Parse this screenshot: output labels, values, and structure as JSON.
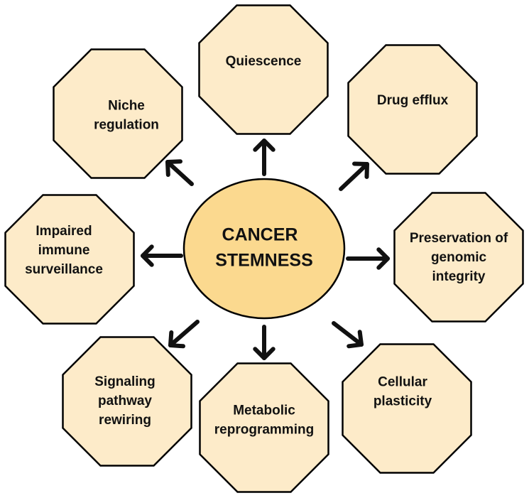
{
  "colors": {
    "octagon_fill": "#fdebc9",
    "center_fill": "#fbd98f",
    "stroke": "#000000",
    "arrow": "#111111"
  },
  "center": {
    "lines": [
      "CANCER",
      "STEMNESS"
    ]
  },
  "nodes": [
    {
      "id": "quiescence",
      "lines": [
        "Quiescence"
      ]
    },
    {
      "id": "drug-efflux",
      "lines": [
        "Drug efflux"
      ]
    },
    {
      "id": "preservation-of-genomic-integrity",
      "lines": [
        "Preservation of",
        "genomic",
        "integrity"
      ]
    },
    {
      "id": "cellular-plasticity",
      "lines": [
        "Cellular",
        "plasticity"
      ]
    },
    {
      "id": "metabolic-reprogramming",
      "lines": [
        "Metabolic",
        "reprogramming"
      ]
    },
    {
      "id": "signaling-pathway-rewiring",
      "lines": [
        "Signaling",
        "pathway",
        "rewiring"
      ]
    },
    {
      "id": "impaired-immune-surveillance",
      "lines": [
        "Impaired",
        "immune",
        "surveillance"
      ]
    },
    {
      "id": "niche-regulation",
      "lines": [
        "Niche",
        "regulation"
      ]
    }
  ],
  "edges": [
    {
      "from": "center",
      "to": "quiescence"
    },
    {
      "from": "center",
      "to": "drug-efflux"
    },
    {
      "from": "center",
      "to": "preservation-of-genomic-integrity"
    },
    {
      "from": "center",
      "to": "cellular-plasticity"
    },
    {
      "from": "center",
      "to": "metabolic-reprogramming"
    },
    {
      "from": "center",
      "to": "signaling-pathway-rewiring"
    },
    {
      "from": "center",
      "to": "impaired-immune-surveillance"
    },
    {
      "from": "center",
      "to": "niche-regulation"
    }
  ]
}
